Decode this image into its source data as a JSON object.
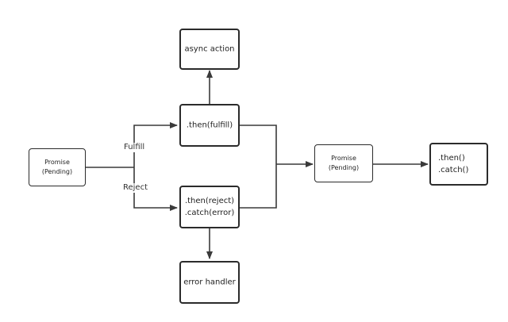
{
  "nodes": {
    "promise_pending_1": {
      "label": "Promise\n(Pending)"
    },
    "async_action": {
      "label": "async action"
    },
    "then_fulfill": {
      "label": ".then(fulfill)"
    },
    "then_reject": {
      "label": ".then(reject)\n.catch(error)"
    },
    "error_handler": {
      "label": "error handler"
    },
    "promise_pending_2": {
      "label": "Promise\n(Pending)"
    },
    "then_catch": {
      "label": ".then()\n.catch()"
    }
  },
  "edges": {
    "fulfill_label": "Fulfill",
    "reject_label": "Reject"
  },
  "colors": {
    "stroke": "#2b2b2b",
    "line": "#3a3a3a",
    "background": "#ffffff"
  }
}
